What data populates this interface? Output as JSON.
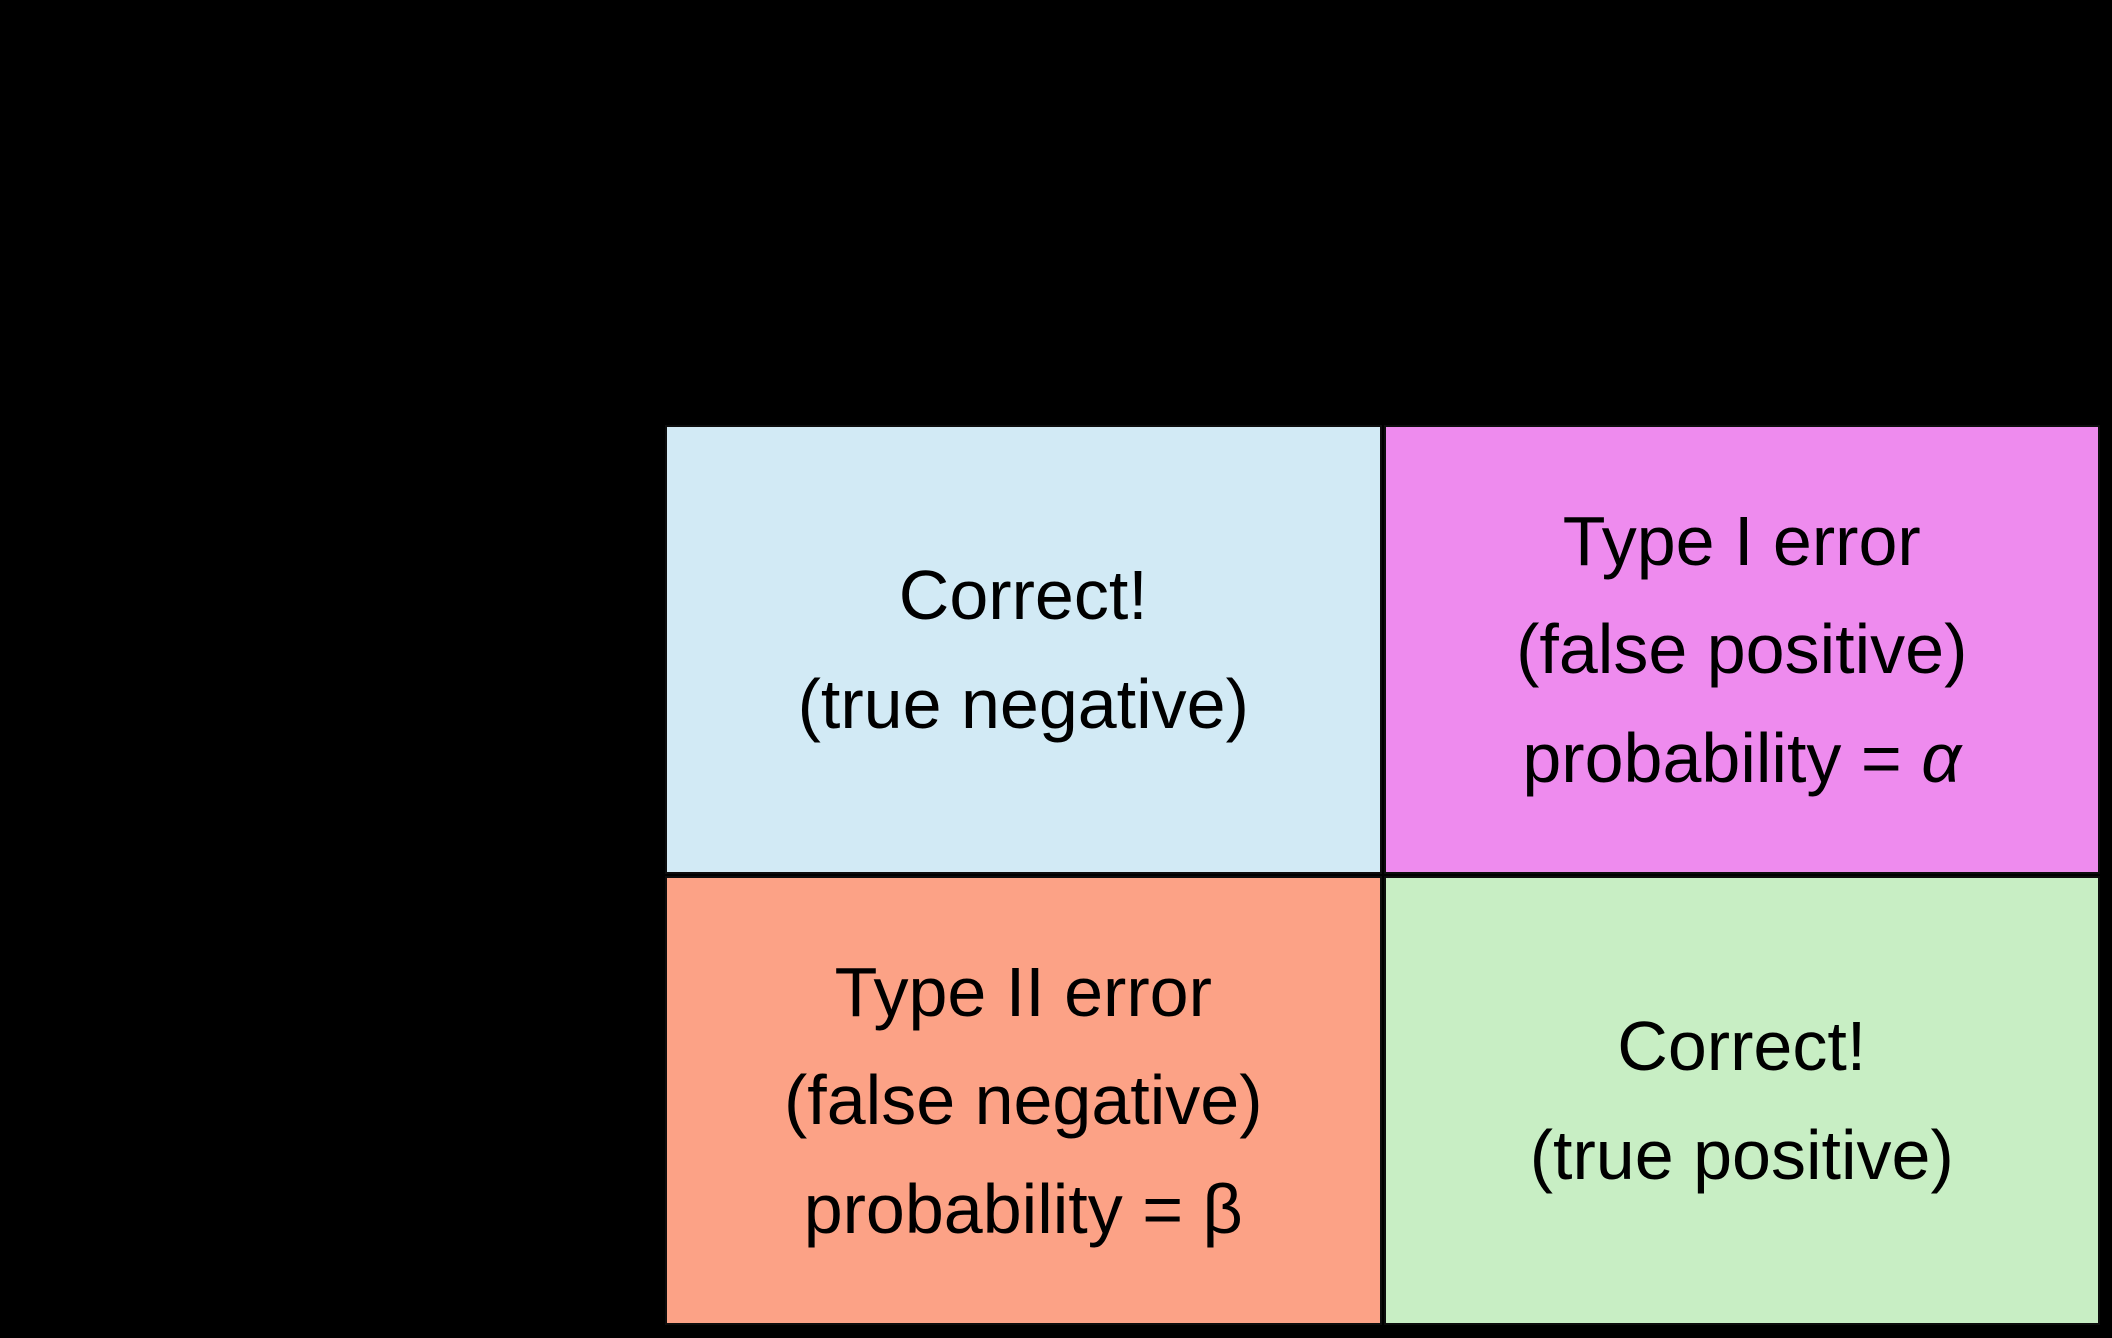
{
  "canvas": {
    "background": "#000000"
  },
  "matrix": {
    "rows": 2,
    "cols": 2,
    "cell_border_color": "#0d0d0d",
    "cells": [
      {
        "name": "correct-true-negative",
        "color": "#d2eaf5",
        "line1": "Correct!",
        "line2": "(true negative)"
      },
      {
        "name": "type-1-error",
        "color": "#ee8bee",
        "line1": "Type I error",
        "line2": "(false positive)",
        "formula_prefix": "probability = ",
        "formula_symbol": "α"
      },
      {
        "name": "type-2-error",
        "color": "#fca286",
        "line1": "Type II error",
        "line2": "(false negative)",
        "formula_prefix": "probability = ",
        "formula_symbol": "β"
      },
      {
        "name": "correct-true-positive",
        "color": "#c8eec4",
        "line1": "Correct!",
        "line2": "(true positive)"
      }
    ]
  }
}
